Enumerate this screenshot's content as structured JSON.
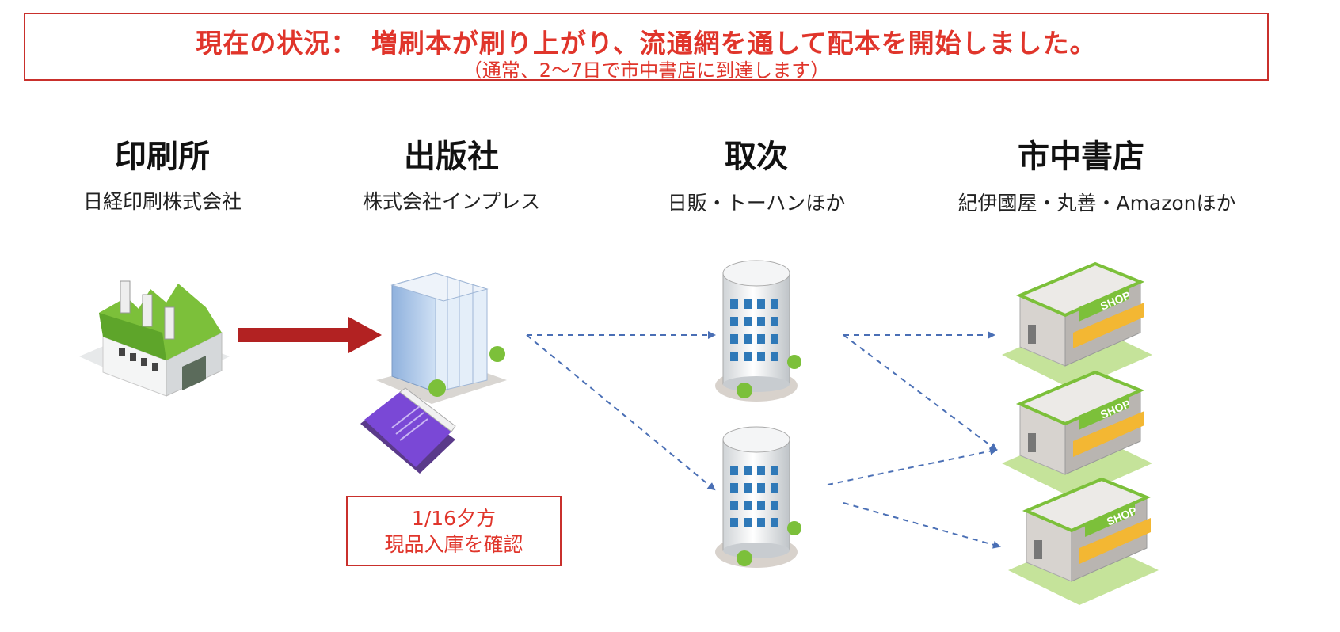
{
  "status": {
    "main": "現在の状況：　増刷本が刷り上がり、流通網を通して配本を開始しました。",
    "sub": "（通常、2〜7日で市中書店に到達します）"
  },
  "columns": [
    {
      "title": "印刷所",
      "subtitle": "日経印刷株式会社",
      "icon": "factory-icon"
    },
    {
      "title": "出版社",
      "subtitle": "株式会社インプレス",
      "icon": "office-building-icon"
    },
    {
      "title": "取次",
      "subtitle": "日販・トーハンほか",
      "icon": "distributor-tower-icon"
    },
    {
      "title": "市中書店",
      "subtitle": "紀伊國屋・丸善・Amazonほか",
      "icon": "shop-icon"
    }
  ],
  "note": {
    "line1": "1/16夕方",
    "line2": "現品入庫を確認"
  },
  "shop_sign": "SHOP",
  "colors": {
    "accent_red": "#e0352b",
    "arrow_red": "#b22222",
    "dashed_blue": "#4a6fb5"
  }
}
